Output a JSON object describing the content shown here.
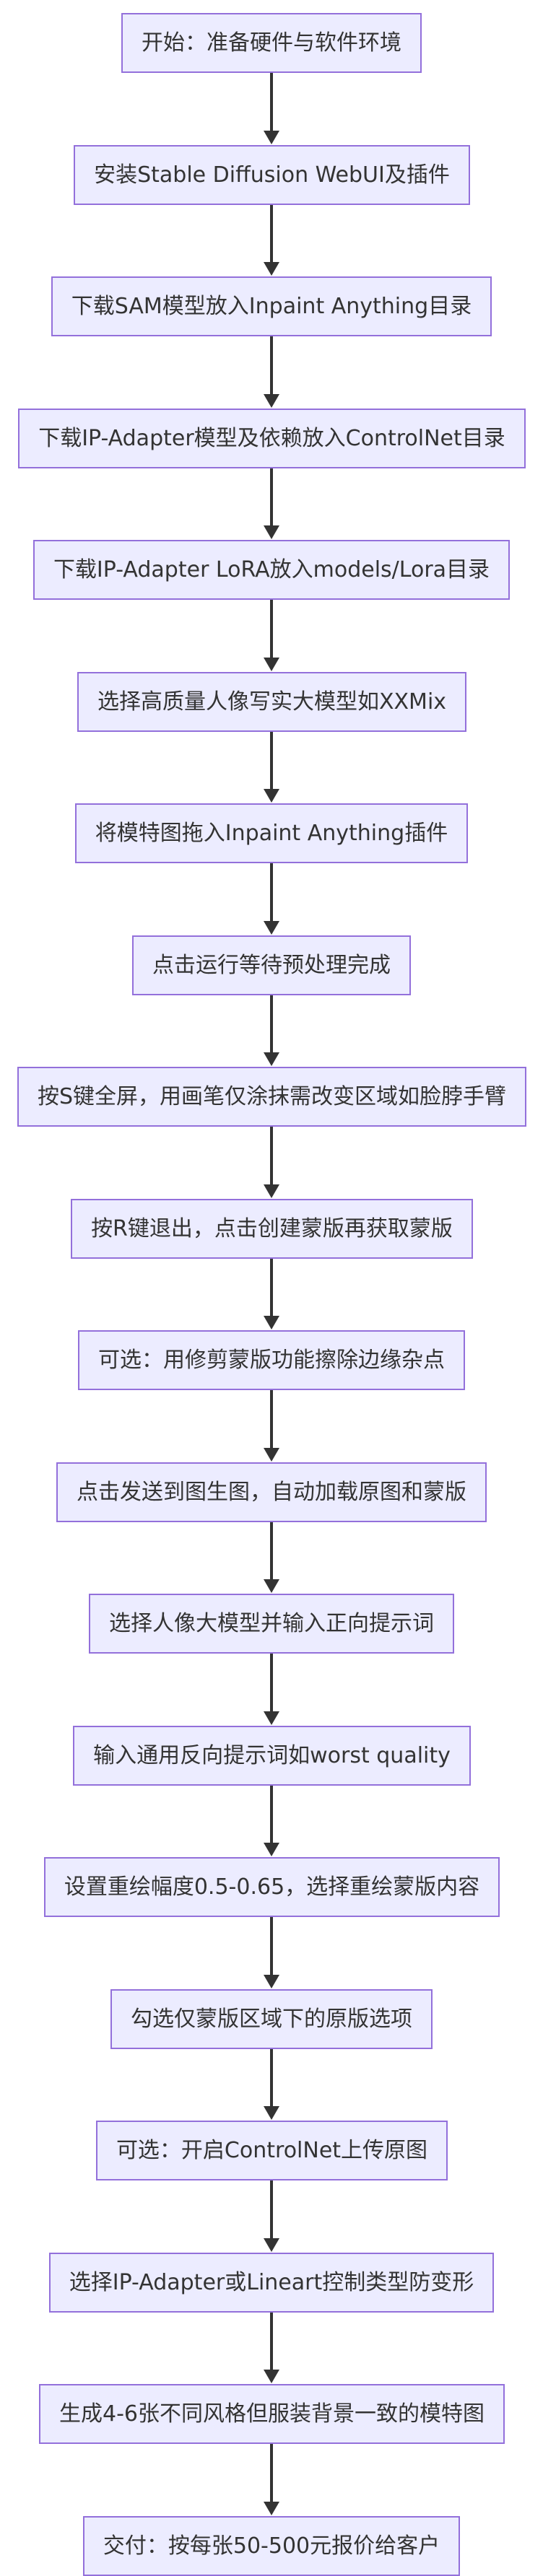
{
  "flowchart": {
    "colors": {
      "node_fill": "#ececff",
      "node_border": "#9370db",
      "text": "#333333",
      "edge": "#333333"
    },
    "steps": [
      "开始：准备硬件与软件环境",
      "安装Stable Diffusion WebUI及插件",
      "下载SAM模型放入Inpaint Anything目录",
      "下载IP-Adapter模型及依赖放入ControlNet目录",
      "下载IP-Adapter LoRA放入models/Lora目录",
      "选择高质量人像写实大模型如XXMix",
      "将模特图拖入Inpaint Anything插件",
      "点击运行等待预处理完成",
      "按S键全屏，用画笔仅涂抹需改变区域如脸脖手臂",
      "按R键退出，点击创建蒙版再获取蒙版",
      "可选：用修剪蒙版功能擦除边缘杂点",
      "点击发送到图生图，自动加载原图和蒙版",
      "选择人像大模型并输入正向提示词",
      "输入通用反向提示词如worst quality",
      "设置重绘幅度0.5-0.65，选择重绘蒙版内容",
      "勾选仅蒙版区域下的原版选项",
      "可选：开启ControlNet上传原图",
      "选择IP-Adapter或Lineart控制类型防变形",
      "生成4-6张不同风格但服装背景一致的模特图",
      "交付：按每张50-500元报价给客户"
    ]
  }
}
